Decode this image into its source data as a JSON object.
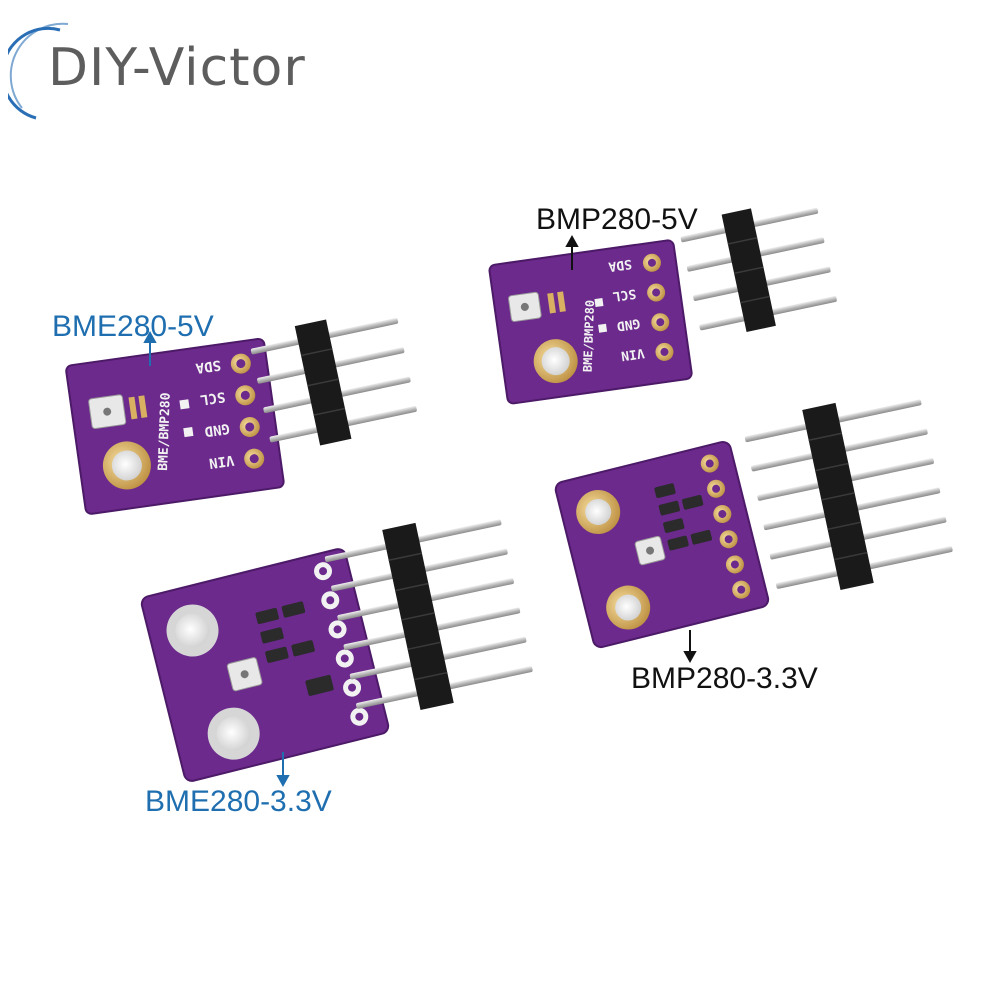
{
  "brand": {
    "name": "DIY-Victor",
    "color": "#5d5d5d",
    "ring_color": "#2a6fb5"
  },
  "modules": [
    {
      "label": "BME280-5V",
      "label_color": "#1f6fb0",
      "board_text": "BME/BMP280",
      "pins": [
        "SDA",
        "SCL",
        "GND",
        "VIN"
      ]
    },
    {
      "label": "BMP280-5V",
      "label_color": "#111111",
      "board_text": "BME/BMP280",
      "pins": [
        "SDA",
        "SCL",
        "GND",
        "VIN"
      ]
    },
    {
      "label": "BME280-3.3V",
      "label_color": "#1f6fb0"
    },
    {
      "label": "BMP280-3.3V",
      "label_color": "#111111"
    }
  ],
  "colors": {
    "pcb": "#6b2a8c",
    "pcb_dark": "#4d1a68",
    "gold": "#d9b062",
    "header_black": "#1a1a1a",
    "pin_silver": "#c9c9c9"
  }
}
